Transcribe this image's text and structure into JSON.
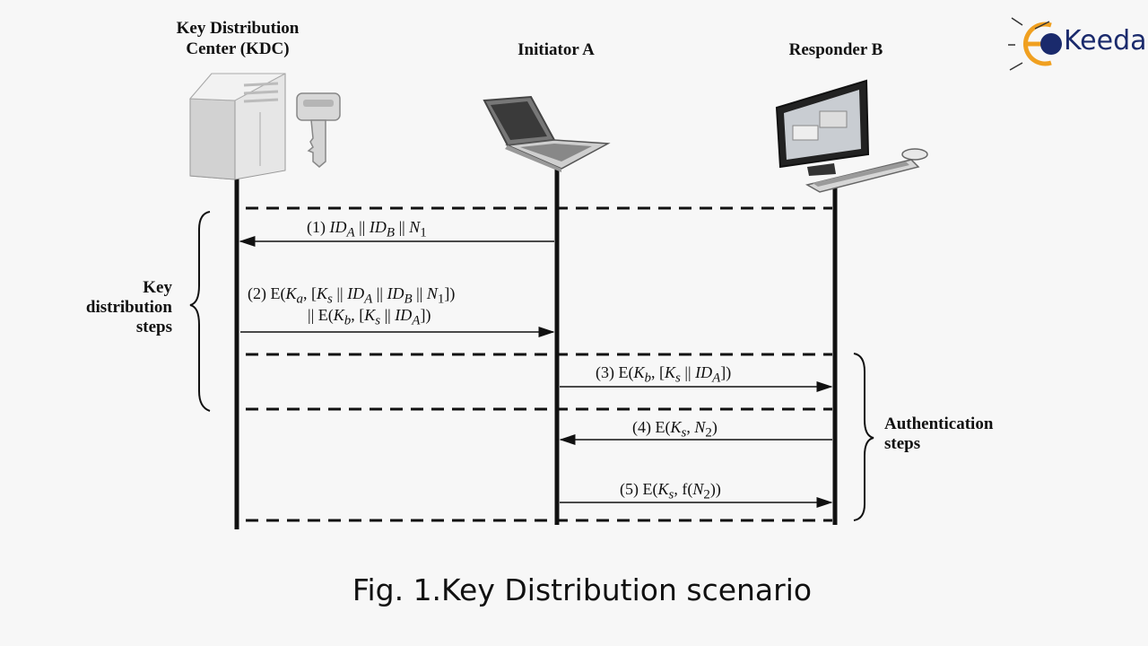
{
  "entities": {
    "kdc_line1": "Key Distribution",
    "kdc_line2": "Center (KDC)",
    "initiator": "Initiator A",
    "responder": "Responder B"
  },
  "messages": [
    {
      "num": "(1)",
      "text": "ID_A || ID_B || N_1"
    },
    {
      "num": "(2)",
      "text": "E(K_a, [K_s || ID_A || ID_B || N_1]) || E(K_b, [K_s || ID_A])"
    },
    {
      "num": "(3)",
      "text": "E(K_b, [K_s || ID_A])"
    },
    {
      "num": "(4)",
      "text": "E(K_s, N_2)"
    },
    {
      "num": "(5)",
      "text": "E(K_s, f(N_2))"
    }
  ],
  "groups": {
    "key_dist_l1": "Key",
    "key_dist_l2": "distribution",
    "key_dist_l3": "steps",
    "auth_l1": "Authentication",
    "auth_l2": "steps"
  },
  "caption": "Fig. 1.Key Distribution scenario",
  "logo": {
    "text": "Keeda",
    "letter": "E",
    "accent": "#f0a020",
    "brand": "#1a2a6c"
  }
}
